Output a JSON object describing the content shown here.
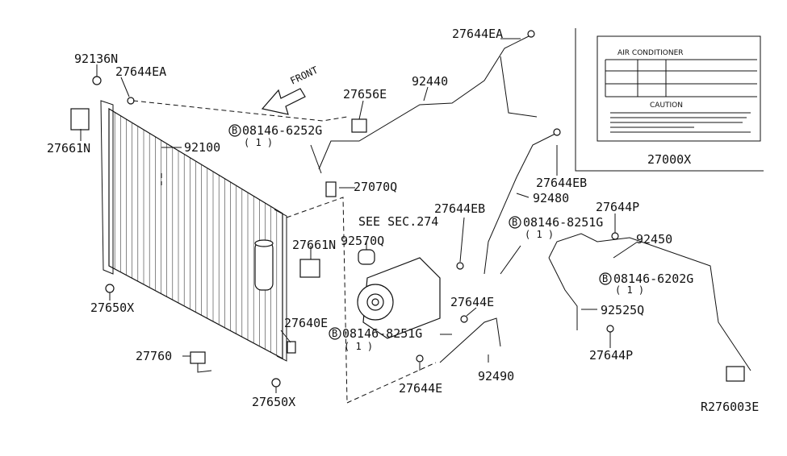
{
  "labels": {
    "p92136N": "92136N",
    "p27644EA_left": "27644EA",
    "p27661N_left": "27661N",
    "p92100": "92100",
    "p27650X_1": "27650X",
    "p27650X_2": "27650X",
    "p27760": "27760",
    "p27640E": "27640E",
    "p27661N_mid": "27661N",
    "p92570Q": "92570Q",
    "see_sec": "SEE SEC.274",
    "p27644EB_mid": "27644EB",
    "p27644E_1": "27644E",
    "p27644E_2": "27644E",
    "p92490": "92490",
    "bolt1": "08146-8251G",
    "bolt1_qty": "( 1 )",
    "bolt2": "08146-8251G",
    "bolt2_qty": "( 1 )",
    "bolt3": "08146-6252G",
    "bolt3_qty": "( 1 )",
    "bolt4": "08146-6202G",
    "bolt4_qty": "( 1 )",
    "p27070Q": "27070Q",
    "p27656E": "27656E",
    "p92440": "92440",
    "p27644EA_top": "27644EA",
    "p27644EB_right": "27644EB",
    "p92480": "92480",
    "p27644P_1": "27644P",
    "p27644P_2": "27644P",
    "p92450": "92450",
    "p92525Q": "92525Q",
    "p27000X": "27000X",
    "front": "FRONT",
    "ref": "R276003E",
    "bolt_letter": "B"
  },
  "caption_label": {
    "title": "AIR CONDITIONER",
    "caution": "CAUTION"
  }
}
